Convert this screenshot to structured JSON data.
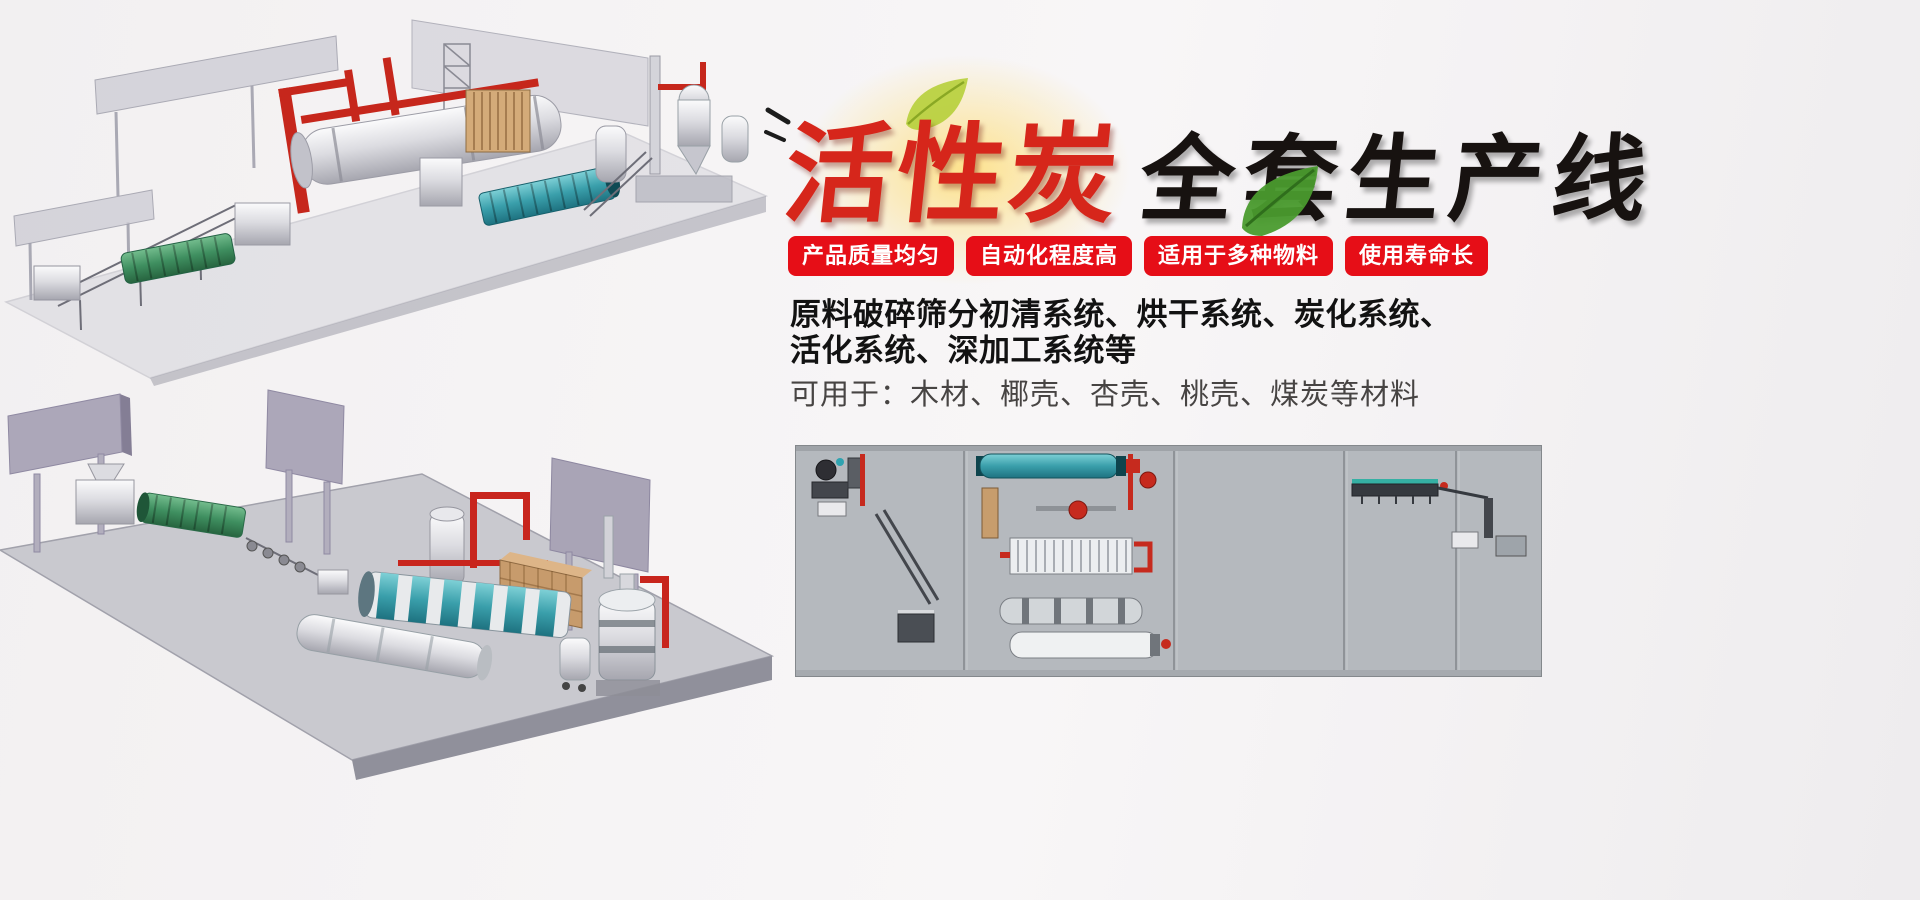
{
  "hero": {
    "title_red": "活性炭",
    "title_black": "全套生产线",
    "badges": [
      "产品质量均匀",
      "自动化程度高",
      "适用于多种物料",
      "使用寿命长"
    ],
    "desc_line1": "原料破碎筛分初清系统、烘干系统、炭化系统、",
    "desc_line2": "活化系统、深加工系统等",
    "materials": "可用于：木材、椰壳、杏壳、桃壳、煤炭等材料"
  },
  "colors": {
    "badge_red": "#e60e17",
    "title_red": "#d6261b",
    "title_black": "#171210",
    "pipe_red": "#c62a1e",
    "drum_teal": "#3a9fab",
    "drum_green": "#3f8f60",
    "diagram_bg": "#b5b9be"
  },
  "icons": {
    "leaf_icon": "green-leaf accent shape",
    "brush_stroke_icon": "black calligraphy speed strokes"
  }
}
